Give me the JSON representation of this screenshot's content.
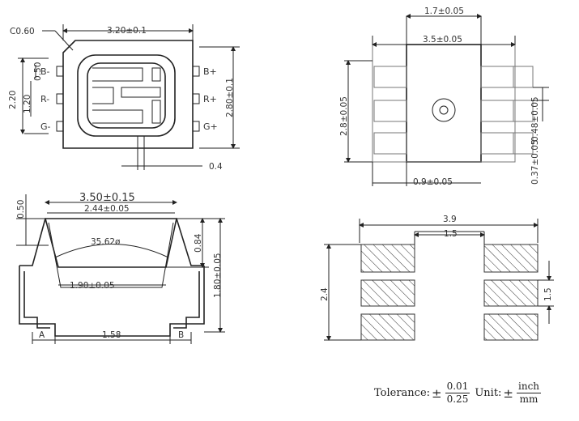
{
  "top_left_view": {
    "chamfer": "C0.60",
    "width": "3.20±0.1",
    "height_outer": "2.20",
    "height_right": "2.80±0.1",
    "pitch": "0.50",
    "pad_span": "1.20",
    "lead": "0.4",
    "pins_left": [
      "B-",
      "R-",
      "G-"
    ],
    "pins_right": [
      "B+",
      "R+",
      "G+"
    ]
  },
  "top_right_view": {
    "top_width": "1.7±0.05",
    "width": "3.5±0.05",
    "height": "2.8±0.05",
    "pad_width": "0.9±0.05",
    "pad_h": "0.48±0.05",
    "pad_gap": "0.37±0.05"
  },
  "side_view": {
    "top_h": "0.50",
    "width": "3.50±0.15",
    "inner_width": "2.44±0.05",
    "angle": "35.62ø",
    "depth": "0.84",
    "height": "1.80±0.05",
    "cavity": "1.90±0.05",
    "pad_a": "A",
    "mid": "1.58",
    "pad_b": "B"
  },
  "footprint": {
    "width": "3.9",
    "gap": "1.5",
    "height": "2.4",
    "pad_h": "1.5"
  },
  "tolerance": {
    "label": "Tolerance:",
    "pm": "±",
    "num": "0.01",
    "den": "0.25",
    "unit_label": "Unit:",
    "unit_num": "inch",
    "unit_den": "mm"
  }
}
